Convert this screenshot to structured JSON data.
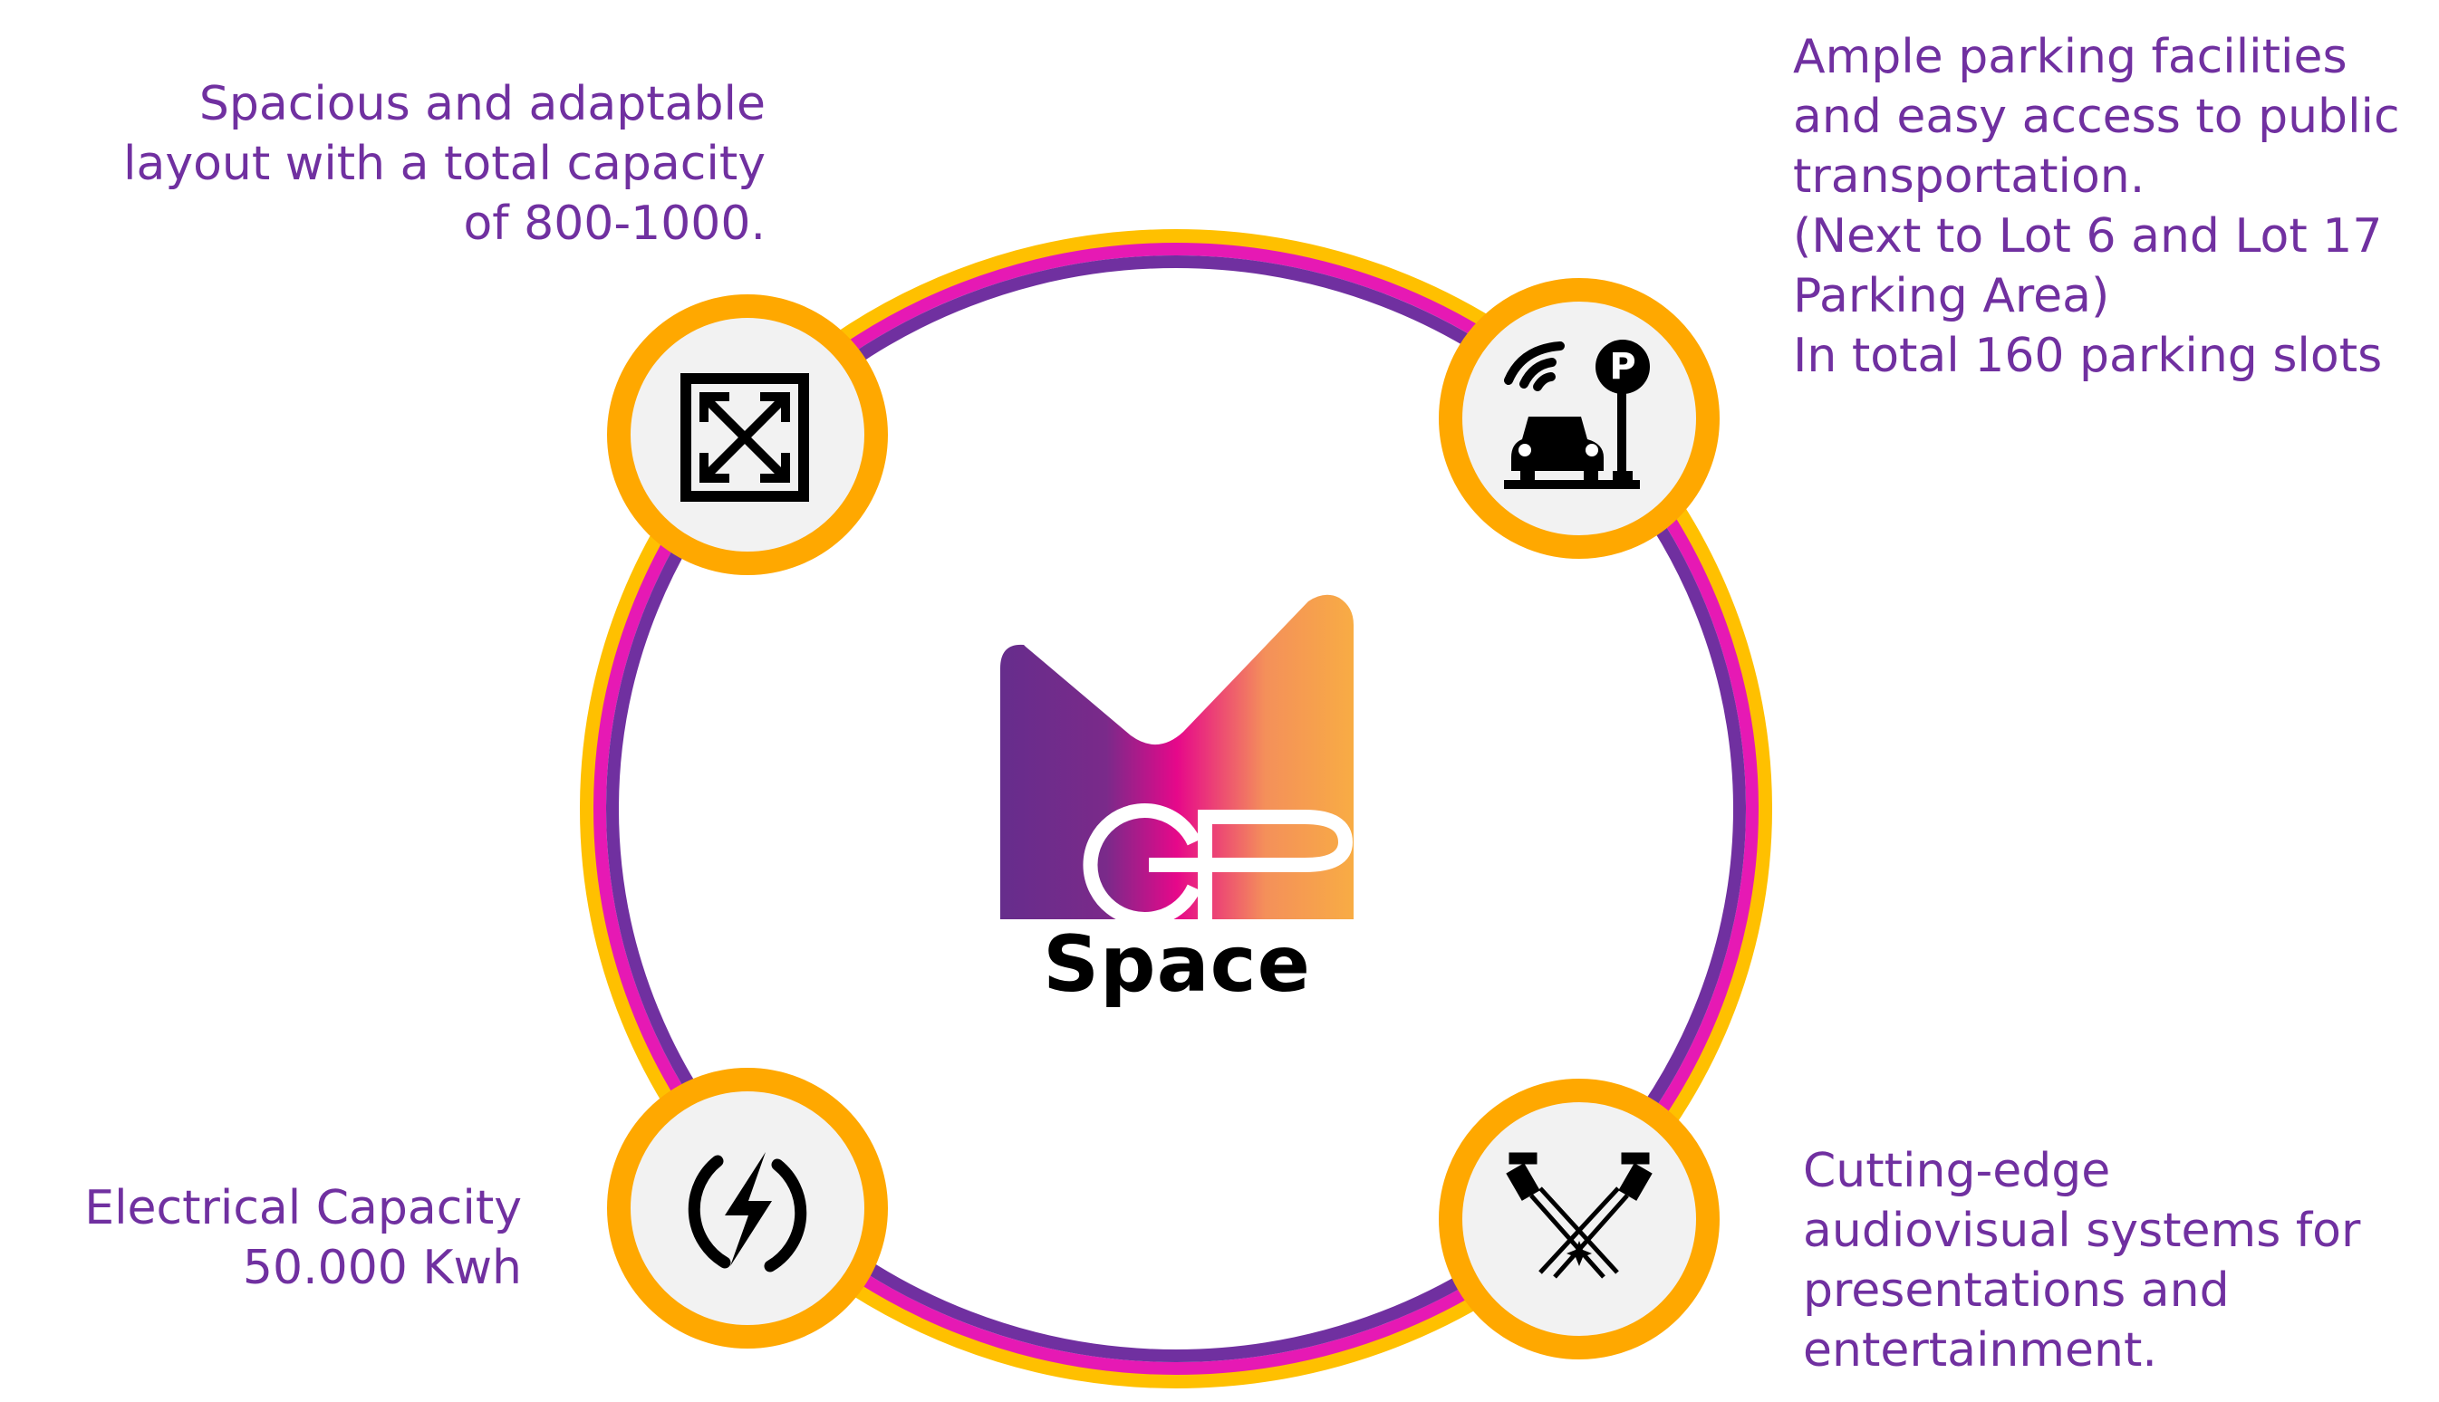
{
  "logo": {
    "brand": "GP",
    "name": "Space"
  },
  "features": [
    {
      "icon": "expand-arrows-icon",
      "text": "Spacious and adaptable\nlayout with a total capacity\nof 800-1000."
    },
    {
      "icon": "parking-icon",
      "text": "Ample parking facilities\nand easy access to public\ntransportation.\n(Next to Lot 6 and Lot 17\nParking Area)\nIn total 160 parking slots"
    },
    {
      "icon": "lightning-icon",
      "text": "Electrical Capacity\n50.000 Kwh"
    },
    {
      "icon": "spotlight-icon",
      "text": "Cutting-edge\naudiovisual systems for\npresentations and\nentertainment."
    }
  ],
  "colors": {
    "text": "#7030A0",
    "ring_outer": "#FFC000",
    "ring_mid": "#E619B4",
    "ring_inner": "#7030A0",
    "badge": "#FFA800",
    "badge_fill": "#F2F2F2"
  }
}
